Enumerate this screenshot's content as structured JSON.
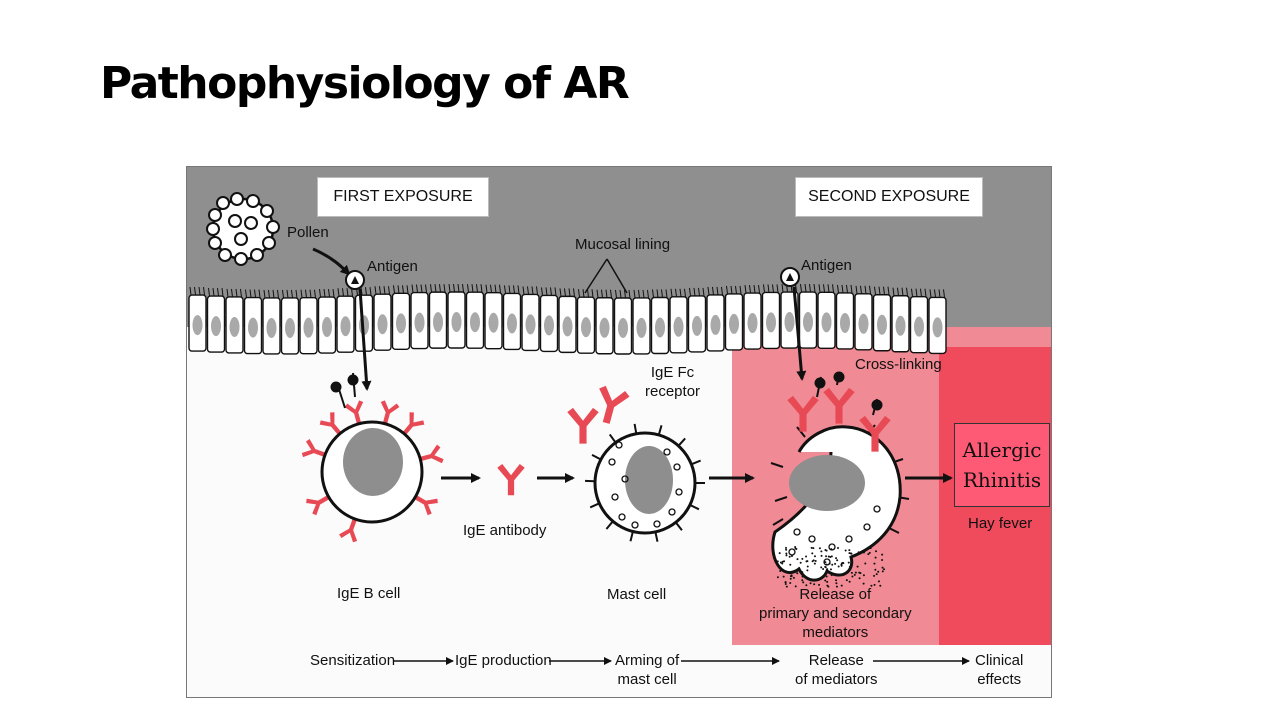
{
  "slide": {
    "title": "Pathophysiology of AR"
  },
  "diagram": {
    "first_exposure": "FIRST EXPOSURE",
    "second_exposure": "SECOND EXPOSURE",
    "pollen": "Pollen",
    "antigen_1": "Antigen",
    "antigen_2": "Antigen",
    "mucosal_lining": "Mucosal lining",
    "ige_fc_receptor_line1": "IgE Fc",
    "ige_fc_receptor_line2": "receptor",
    "cross_linking": "Cross-linking",
    "ige_antibody": "IgE antibody",
    "ige_b_cell": "IgE B cell",
    "mast_cell": "Mast cell",
    "release_line1": "Release of",
    "release_line2": "primary and secondary",
    "release_line3": "mediators",
    "allergic_line1": "Allergic",
    "allergic_line2": "Rhinitis",
    "hay_fever": "Hay fever"
  },
  "sequence": {
    "sensitization": "Sensitization",
    "ige_production": "IgE production",
    "arming_line1": "Arming of",
    "arming_line2": "mast cell",
    "release_line1": "Release",
    "release_line2": "of mediators",
    "clinical_line1": "Clinical",
    "clinical_line2": "effects"
  },
  "colors": {
    "mucosa_gray": "#8c8c8c",
    "highlight_pink": "#f08a94",
    "highlight_red": "#f04b5d",
    "antibody_red": "#e84a55",
    "nucleus_gray": "#8e8e8e"
  }
}
